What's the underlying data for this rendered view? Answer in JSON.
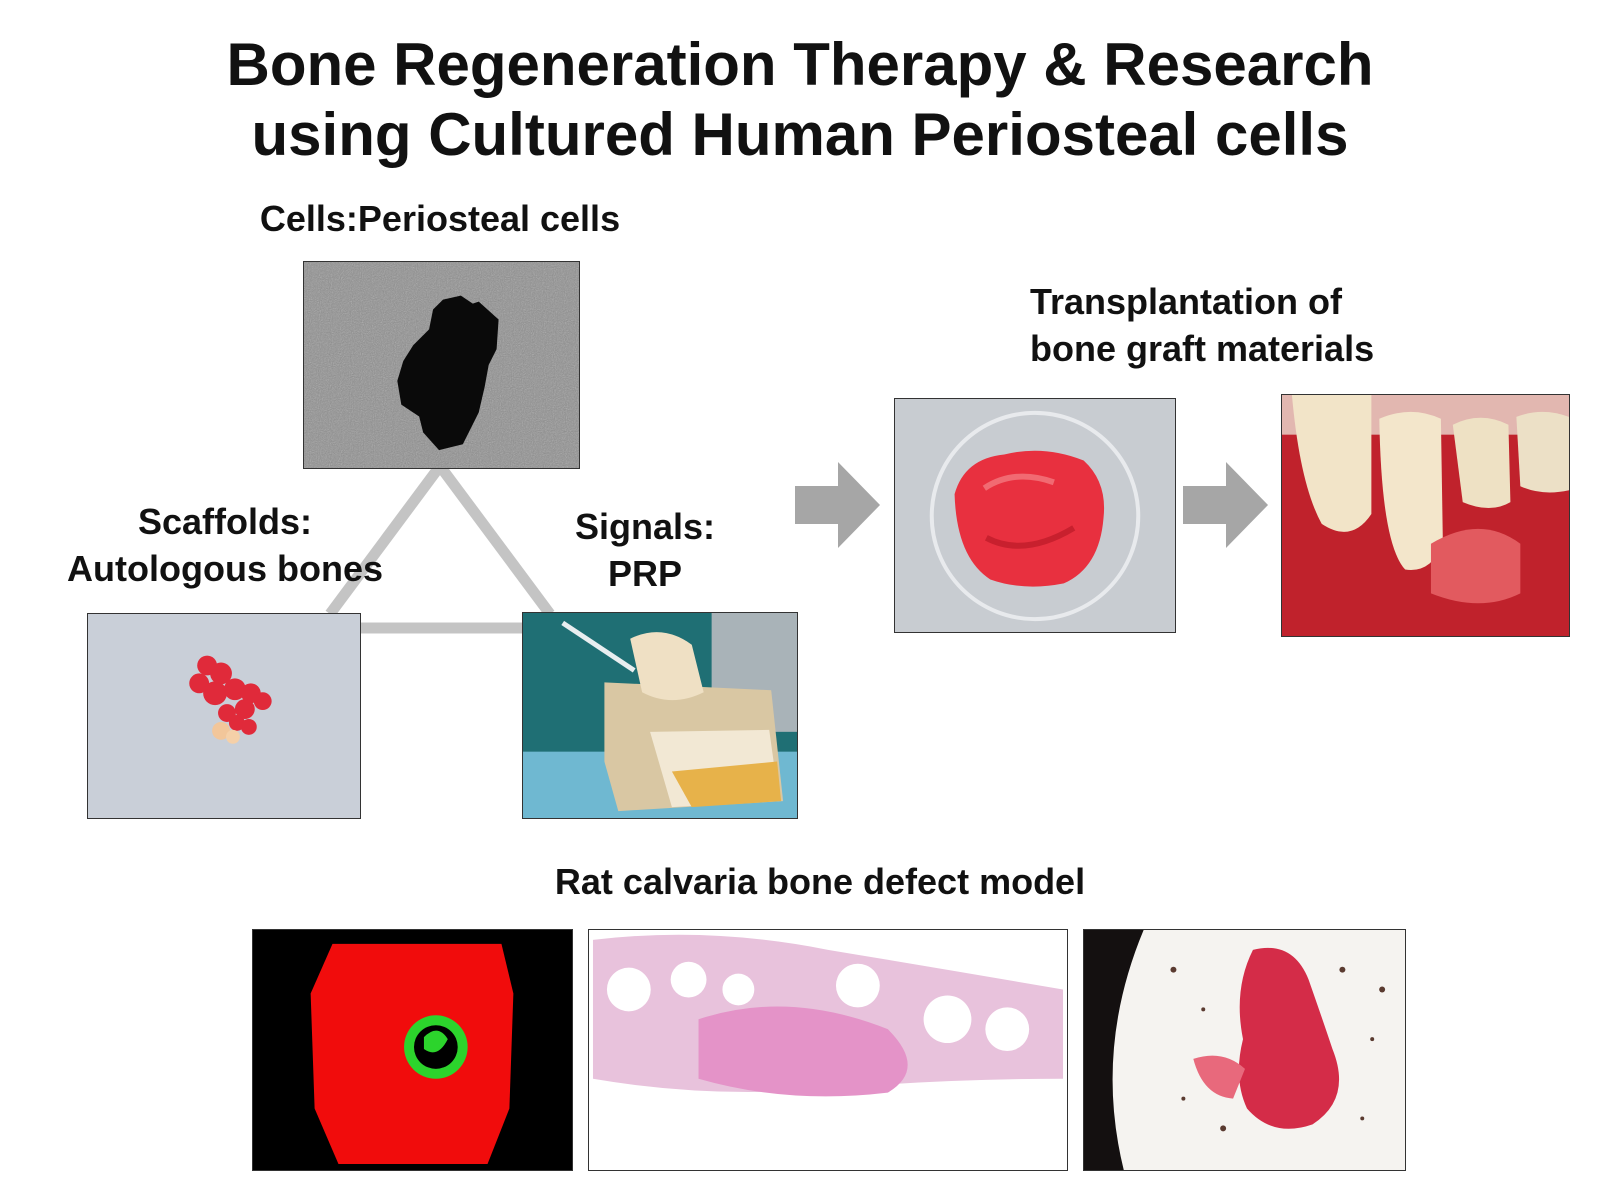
{
  "title": {
    "line1": "Bone Regeneration Therapy & Research",
    "line2": "using Cultured Human Periosteal cells"
  },
  "cells": {
    "label": "Cells:Periosteal cells"
  },
  "scaffolds": {
    "line1": "Scaffolds:",
    "line2": "Autologous bones"
  },
  "signals": {
    "line1": "Signals:",
    "line2": "PRP"
  },
  "transplant": {
    "line1": "Transplantation of",
    "line2": "bone graft materials"
  },
  "model": {
    "label": "Rat calvaria bone defect model"
  },
  "colors": {
    "connector": "#c4c4c4",
    "arrow": "#a6a6a6",
    "graft_red": "#e8303f",
    "defect_green": "#2cd42c"
  }
}
